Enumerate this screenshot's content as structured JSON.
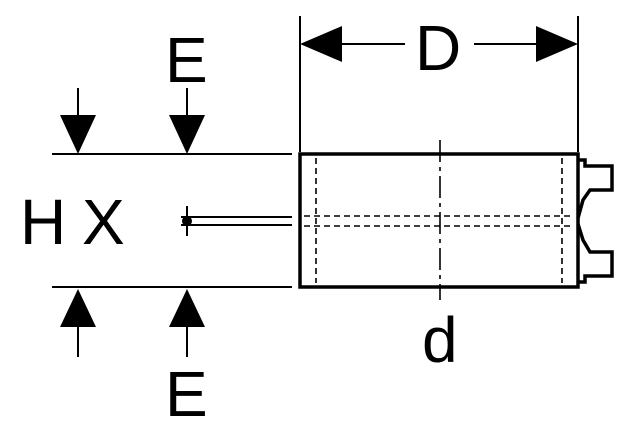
{
  "drawing": {
    "labels": {
      "dimension_d_upper": "D",
      "dimension_e_top": "E",
      "dimension_e_bottom": "E",
      "dimension_h": "H",
      "dimension_x": "X",
      "dimension_d_lower": "d"
    },
    "colors": {
      "line": "#000000",
      "background": "#ffffff"
    }
  }
}
